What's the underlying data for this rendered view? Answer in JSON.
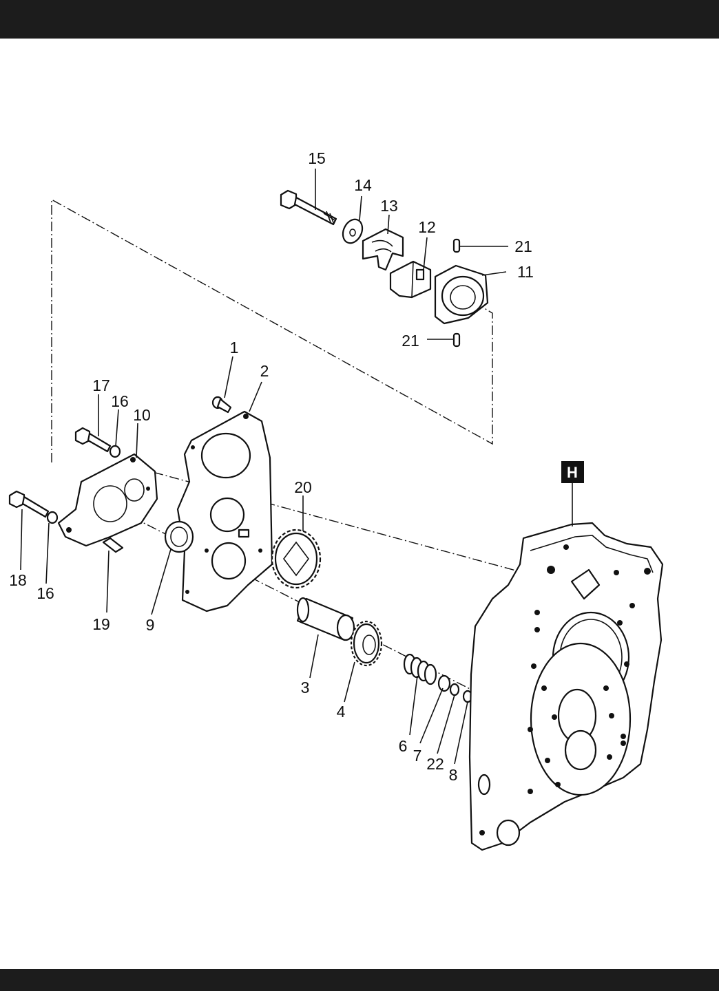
{
  "badge": "H",
  "callouts": {
    "c1": "1",
    "c2": "2",
    "c3": "3",
    "c4": "4",
    "c6": "6",
    "c7": "7",
    "c8": "8",
    "c9": "9",
    "c10": "10",
    "c11": "11",
    "c12": "12",
    "c13": "13",
    "c14": "14",
    "c15": "15",
    "c16a": "16",
    "c16b": "16",
    "c17": "17",
    "c18": "18",
    "c19": "19",
    "c20": "20",
    "c21a": "21",
    "c21b": "21",
    "c22": "22"
  }
}
